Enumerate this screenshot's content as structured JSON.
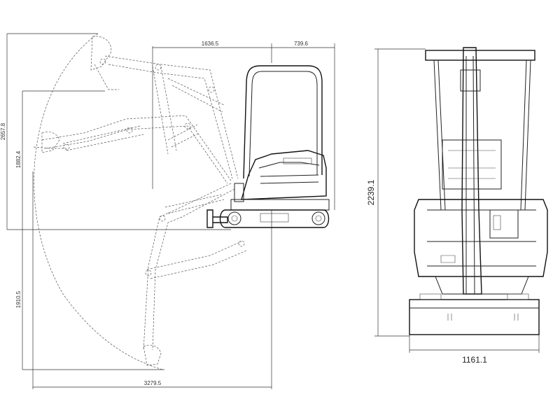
{
  "side_view": {
    "dim_top_left": "1636.5",
    "dim_top_right": "739.6",
    "dim_height_max": "2657.8",
    "dim_height_arm": "1882.4",
    "dim_depth": "1910.5",
    "dim_reach": "3279.5"
  },
  "front_view": {
    "dim_height": "2239.1",
    "dim_width": "1161.1"
  }
}
